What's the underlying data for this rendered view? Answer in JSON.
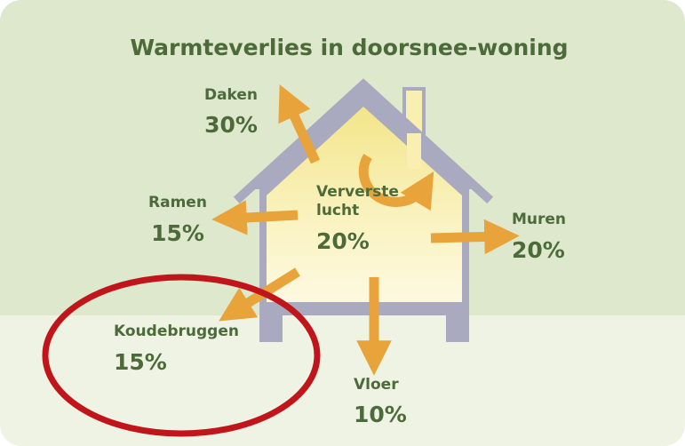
{
  "title": "Warmteverlies in doorsnee-woning",
  "items": {
    "daken": {
      "label": "Daken",
      "percent": "30%"
    },
    "ramen": {
      "label": "Ramen",
      "percent": "15%"
    },
    "ververste_lucht": {
      "label_line1": "Ververste",
      "label_line2": "lucht",
      "percent": "20%"
    },
    "muren": {
      "label": "Muren",
      "percent": "20%"
    },
    "koudebruggen": {
      "label": "Koudebruggen",
      "percent": "15%"
    },
    "vloer": {
      "label": "Vloer",
      "percent": "10%"
    }
  },
  "colors": {
    "background_top": "#dde8cc",
    "background_bottom": "#eef3e4",
    "text": "#4d6a3a",
    "arrow": "#e8a33a",
    "house_wall": "#a9a9bf",
    "house_interior": "#f8f0b5",
    "highlight_ellipse": "#c0151a"
  }
}
